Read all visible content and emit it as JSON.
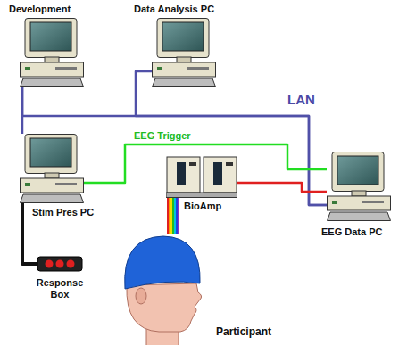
{
  "diagram": {
    "nodes": [
      {
        "text": [
          "Development"
        ]
      },
      {
        "text": [
          "Data Analysis PC"
        ]
      },
      {
        "text": [
          "Stim Pres PC"
        ]
      },
      {
        "text": [
          "BioAmp"
        ]
      },
      {
        "text": [
          "EEG Data PC"
        ]
      },
      {
        "text": [
          "Response Box"
        ]
      },
      {
        "text": [
          "Participant"
        ]
      }
    ],
    "edges": [
      {
        "from": 0,
        "to": 2,
        "arrow": "none"
      },
      {
        "from": 0,
        "to": 4,
        "arrow": "none"
      },
      {
        "from": 1,
        "to": 4,
        "arrow": "none"
      },
      {
        "from": 2,
        "to": 4,
        "label": "EEG Trigger",
        "arrow": "none"
      },
      {
        "from": 2,
        "to": 5,
        "arrow": "none"
      },
      {
        "from": 3,
        "to": 4,
        "arrow": "none"
      },
      {
        "from": 6,
        "to": 3,
        "arrow": "none"
      }
    ],
    "labels": [
      "LAN"
    ]
  }
}
